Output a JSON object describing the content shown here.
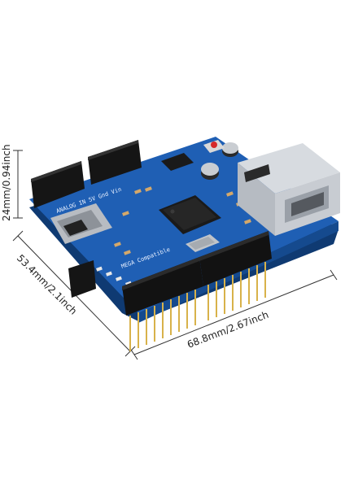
{
  "dimensions": {
    "height": "24mm/0.94inch",
    "width": "53.4mm/2.1inch",
    "length": "68.8mm/2.67inch"
  },
  "board": {
    "silkscreen_mega": "MEGA Compatible",
    "silkscreen_pins": "ANALOG IN  5V Gnd Vin",
    "pcb_color": "#1f5fb4",
    "pcb_dark": "#154a8e"
  }
}
